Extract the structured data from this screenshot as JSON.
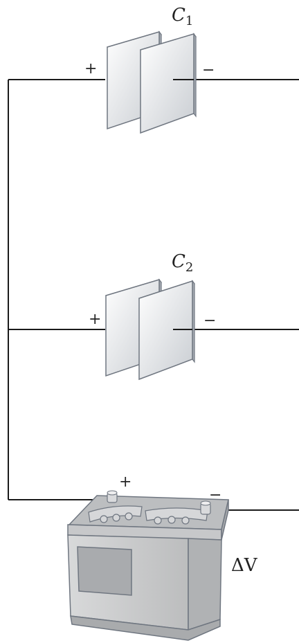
{
  "capacitors": [
    {
      "name": "C",
      "subscript": "1",
      "positive_label": "+",
      "negative_label": "−"
    },
    {
      "name": "C",
      "subscript": "2",
      "positive_label": "+",
      "negative_label": "−"
    }
  ],
  "battery": {
    "positive_label": "+",
    "negative_label": "−",
    "voltage_label": "ΔV"
  },
  "colors": {
    "wire": "#1a1a1a",
    "plate_face": "#e6e8ea",
    "plate_edge": "#6f7680",
    "battery_body": "#cfd0d1",
    "battery_top": "#bdbfc1"
  }
}
